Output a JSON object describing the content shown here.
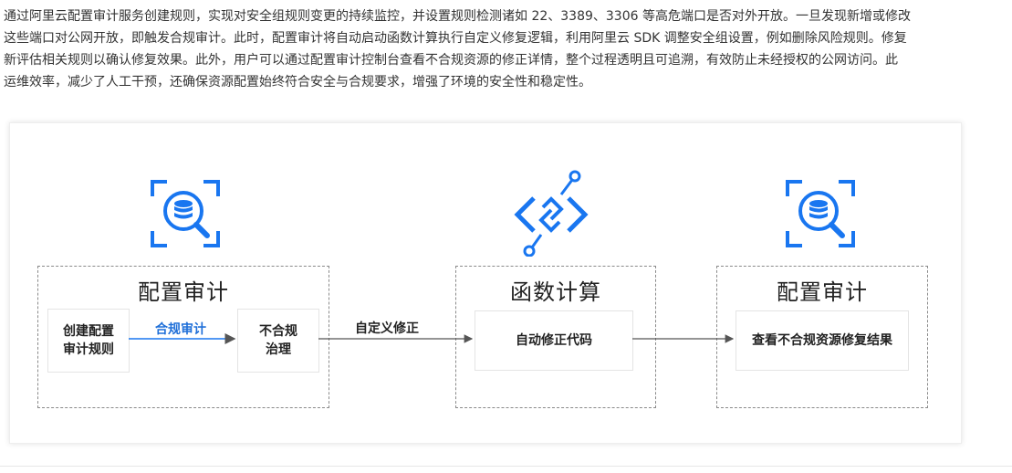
{
  "paragraph": {
    "lines": [
      "通过阿里云配置审计服务创建规则，实现对安全组规则变更的持续监控，并设置规则检测诸如 22、3389、3306 等高危端口是否对外开放。一旦发现新增或修改",
      "这些端口对公网开放，即触发合规审计。此时，配置审计将自动启动函数计算执行自定义修复逻辑，利用阿里云 SDK 调整安全组设置，例如删除风险规则。修复",
      "新评估相关规则以确认修复效果。此外，用户可以通过配置审计控制台查看不合规资源的修正详情，整个过程透明且可追溯，有效防止未经授权的公网访问。此",
      "运维效率，减少了人工干预，还确保资源配置始终符合安全与合规要求，增强了环境的安全性和稳定性。"
    ]
  },
  "diagram": {
    "groups": [
      {
        "title": "配置审计",
        "icon": "database-scan-icon"
      },
      {
        "title": "函数计算",
        "icon": "function-compute-icon"
      },
      {
        "title": "配置审计",
        "icon": "database-scan-icon"
      }
    ],
    "nodes": {
      "create_rule": [
        "创建配置",
        "审计规则"
      ],
      "noncompliant": [
        "不合规",
        "治理"
      ],
      "auto_fix": "自动修正代码",
      "view_result": "查看不合规资源修复结果"
    },
    "edges": {
      "compliance_audit": "合规审计",
      "custom_fix": "自定义修正"
    },
    "colors": {
      "accent": "#1976f0",
      "compliance_label": "#1f6fd8",
      "dashed_border": "#8a8a8a",
      "arrow": "#555555"
    }
  }
}
